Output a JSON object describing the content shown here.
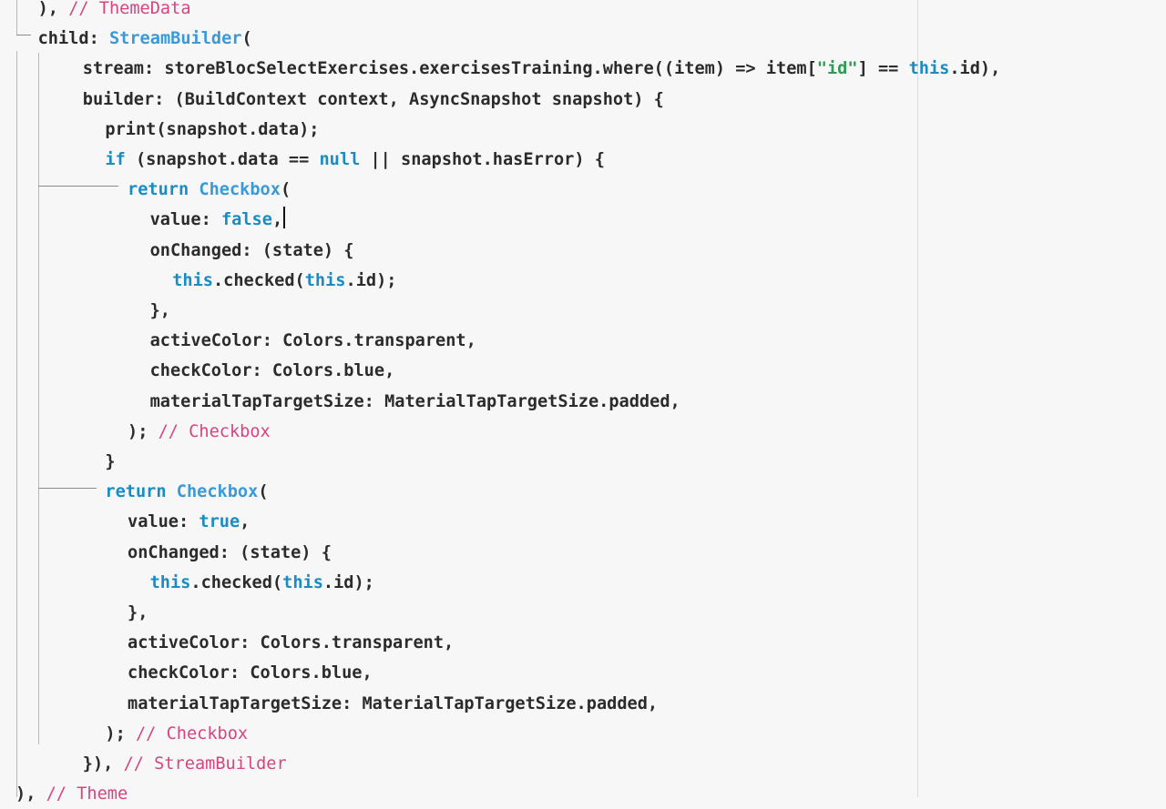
{
  "editor": {
    "lines": [
      {
        "indent": 1,
        "tokens": [
          [
            "p",
            "), "
          ],
          [
            "c",
            "// ThemeData"
          ]
        ]
      },
      {
        "indent": 1,
        "tokens": [
          [
            "p",
            "child: "
          ],
          [
            "t",
            "StreamBuilder"
          ],
          [
            "p",
            "("
          ]
        ]
      },
      {
        "indent": 3,
        "tokens": [
          [
            "p",
            "stream: storeBlocSelectExercises.exercisesTraining.where((item) => item["
          ],
          [
            "s",
            "\"id\""
          ],
          [
            "p",
            "] == "
          ],
          [
            "k",
            "this"
          ],
          [
            "p",
            ".id),"
          ]
        ]
      },
      {
        "indent": 3,
        "tokens": [
          [
            "p",
            "builder: (BuildContext context, AsyncSnapshot snapshot) {"
          ]
        ]
      },
      {
        "indent": 4,
        "tokens": [
          [
            "p",
            "print(snapshot.data);"
          ]
        ]
      },
      {
        "indent": 4,
        "tokens": [
          [
            "k",
            "if"
          ],
          [
            "p",
            " (snapshot.data == "
          ],
          [
            "k",
            "null"
          ],
          [
            "p",
            " || snapshot.hasError) {"
          ]
        ]
      },
      {
        "indent": 5,
        "tokens": [
          [
            "k",
            "return"
          ],
          [
            "p",
            " "
          ],
          [
            "t",
            "Checkbox"
          ],
          [
            "p",
            "("
          ]
        ]
      },
      {
        "indent": 6,
        "tokens": [
          [
            "p",
            "value: "
          ],
          [
            "k",
            "false"
          ],
          [
            "p",
            ","
          ]
        ],
        "caret": true
      },
      {
        "indent": 6,
        "tokens": [
          [
            "p",
            "onChanged: (state) {"
          ]
        ]
      },
      {
        "indent": 7,
        "tokens": [
          [
            "k",
            "this"
          ],
          [
            "p",
            ".checked("
          ],
          [
            "k",
            "this"
          ],
          [
            "p",
            ".id);"
          ]
        ]
      },
      {
        "indent": 6,
        "tokens": [
          [
            "p",
            "},"
          ]
        ]
      },
      {
        "indent": 6,
        "tokens": [
          [
            "p",
            "activeColor: Colors.transparent,"
          ]
        ]
      },
      {
        "indent": 6,
        "tokens": [
          [
            "p",
            "checkColor: Colors.blue,"
          ]
        ]
      },
      {
        "indent": 6,
        "tokens": [
          [
            "p",
            "materialTapTargetSize: MaterialTapTargetSize.padded,"
          ]
        ]
      },
      {
        "indent": 5,
        "tokens": [
          [
            "p",
            "); "
          ],
          [
            "c",
            "// Checkbox"
          ]
        ]
      },
      {
        "indent": 4,
        "tokens": [
          [
            "p",
            "}"
          ]
        ]
      },
      {
        "indent": 4,
        "tokens": [
          [
            "k",
            "return"
          ],
          [
            "p",
            " "
          ],
          [
            "t",
            "Checkbox"
          ],
          [
            "p",
            "("
          ]
        ]
      },
      {
        "indent": 5,
        "tokens": [
          [
            "p",
            "value: "
          ],
          [
            "k",
            "true"
          ],
          [
            "p",
            ","
          ]
        ]
      },
      {
        "indent": 5,
        "tokens": [
          [
            "p",
            "onChanged: (state) {"
          ]
        ]
      },
      {
        "indent": 6,
        "tokens": [
          [
            "k",
            "this"
          ],
          [
            "p",
            ".checked("
          ],
          [
            "k",
            "this"
          ],
          [
            "p",
            ".id);"
          ]
        ]
      },
      {
        "indent": 5,
        "tokens": [
          [
            "p",
            "},"
          ]
        ]
      },
      {
        "indent": 5,
        "tokens": [
          [
            "p",
            "activeColor: Colors.transparent,"
          ]
        ]
      },
      {
        "indent": 5,
        "tokens": [
          [
            "p",
            "checkColor: Colors.blue,"
          ]
        ]
      },
      {
        "indent": 5,
        "tokens": [
          [
            "p",
            "materialTapTargetSize: MaterialTapTargetSize.padded,"
          ]
        ]
      },
      {
        "indent": 4,
        "tokens": [
          [
            "p",
            "); "
          ],
          [
            "c",
            "// Checkbox"
          ]
        ]
      },
      {
        "indent": 3,
        "tokens": [
          [
            "p",
            "}), "
          ],
          [
            "c",
            "// StreamBuilder"
          ]
        ]
      },
      {
        "indent": 0,
        "tokens": [
          [
            "p",
            "), "
          ],
          [
            "c",
            "// Theme"
          ]
        ]
      }
    ]
  },
  "colors": {
    "keyword": "#1a8cc4",
    "type": "#3a9ad9",
    "string": "#2e9b55",
    "comment": "#d64580",
    "plain": "#2b2b2b",
    "background": "#f7f7f7"
  }
}
